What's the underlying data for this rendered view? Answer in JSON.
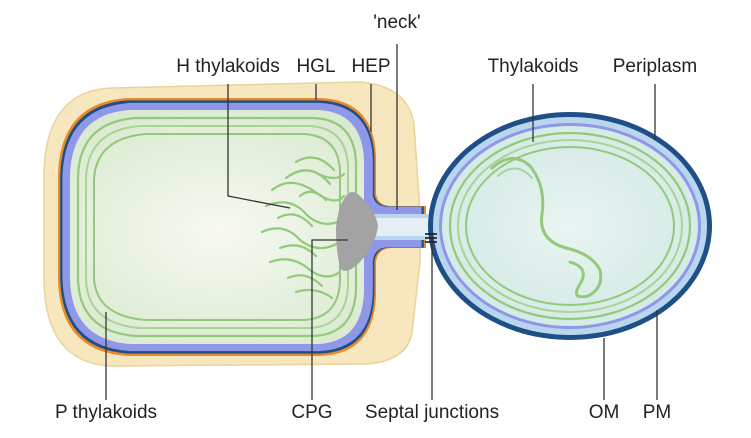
{
  "labels": {
    "neck": "'neck'",
    "h_thylakoids": "H thylakoids",
    "hgl": "HGL",
    "hep": "HEP",
    "thylakoids": "Thylakoids",
    "periplasm": "Periplasm",
    "p_thylakoids": "P thylakoids",
    "cpg": "CPG",
    "septal_junctions": "Septal junctions",
    "om": "OM",
    "pm": "PM"
  },
  "colors": {
    "envelope_beige": "#f6e7bf",
    "hgl_orange": "#e98a2a",
    "outer_membrane_blue": "#1f4f86",
    "plasma_membrane_lavender": "#8e97e8",
    "periplasm_blue": "#b9d6ee",
    "heterocyst_cytoplasm": "#dfecd6",
    "vegetative_cytoplasm": "#dceee9",
    "thylakoid_green": "#93c97b",
    "cpg_grey": "#a3a3a3"
  }
}
